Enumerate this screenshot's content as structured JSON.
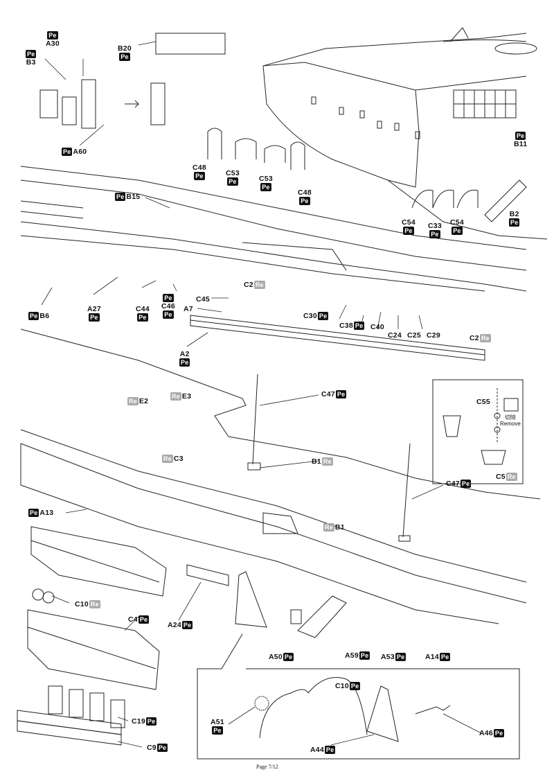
{
  "page": {
    "label": "Page 7/12"
  },
  "badges": {
    "photo_etch": "Pe",
    "resin": "Re"
  },
  "remove_note": {
    "chinese": "切除",
    "english": "Remove"
  },
  "callouts": [
    {
      "id": "A30",
      "kind": "pe"
    },
    {
      "id": "B3",
      "kind": "pe"
    },
    {
      "id": "A60",
      "kind": "pe"
    },
    {
      "id": "B20",
      "kind": "pe"
    },
    {
      "id": "C48a",
      "text": "C48",
      "kind": "pe"
    },
    {
      "id": "C53a",
      "text": "C53",
      "kind": "pe"
    },
    {
      "id": "C53b",
      "text": "C53",
      "kind": "pe"
    },
    {
      "id": "C48b",
      "text": "C48",
      "kind": "pe"
    },
    {
      "id": "B11",
      "kind": "pe"
    },
    {
      "id": "B2",
      "kind": "pe"
    },
    {
      "id": "C54a",
      "text": "C54",
      "kind": "pe"
    },
    {
      "id": "C33",
      "kind": "pe"
    },
    {
      "id": "C54b",
      "text": "C54",
      "kind": "pe"
    },
    {
      "id": "B15",
      "kind": "pe"
    },
    {
      "id": "B6",
      "kind": "pe"
    },
    {
      "id": "A27",
      "kind": "pe"
    },
    {
      "id": "C44",
      "kind": "pe"
    },
    {
      "id": "C46",
      "kind": "pe"
    },
    {
      "id": "C45",
      "kind": "pe"
    },
    {
      "id": "A7",
      "kind": "pe"
    },
    {
      "id": "C2a",
      "text": "C2",
      "kind": "re"
    },
    {
      "id": "A2",
      "kind": "pe"
    },
    {
      "id": "C30",
      "kind": "pe"
    },
    {
      "id": "C38",
      "kind": "pe"
    },
    {
      "id": "C40",
      "kind": "pe"
    },
    {
      "id": "C24",
      "kind": "pe"
    },
    {
      "id": "C25",
      "kind": "pe"
    },
    {
      "id": "C29",
      "kind": "pe"
    },
    {
      "id": "C2b",
      "text": "C2",
      "kind": "re"
    },
    {
      "id": "C47a",
      "text": "C47",
      "kind": "pe"
    },
    {
      "id": "E2",
      "kind": "re"
    },
    {
      "id": "E3",
      "kind": "re"
    },
    {
      "id": "C3",
      "kind": "re"
    },
    {
      "id": "B1a",
      "text": "B1",
      "kind": "re"
    },
    {
      "id": "C55",
      "kind": "pe"
    },
    {
      "id": "C5",
      "kind": "re"
    },
    {
      "id": "C47b",
      "text": "C47",
      "kind": "pe"
    },
    {
      "id": "A13",
      "kind": "pe"
    },
    {
      "id": "B1b",
      "text": "B1",
      "kind": "re"
    },
    {
      "id": "C10a",
      "text": "C10",
      "kind": "re"
    },
    {
      "id": "C4",
      "kind": "pe"
    },
    {
      "id": "A24",
      "kind": "pe"
    },
    {
      "id": "A50",
      "kind": "pe"
    },
    {
      "id": "A59",
      "kind": "pe"
    },
    {
      "id": "A53",
      "kind": "pe"
    },
    {
      "id": "A14",
      "kind": "pe"
    },
    {
      "id": "C19",
      "kind": "pe"
    },
    {
      "id": "C9",
      "kind": "pe"
    },
    {
      "id": "A51",
      "kind": "pe"
    },
    {
      "id": "C10b",
      "text": "C10",
      "kind": "pe"
    },
    {
      "id": "A46",
      "kind": "pe"
    },
    {
      "id": "A44",
      "kind": "pe"
    }
  ]
}
